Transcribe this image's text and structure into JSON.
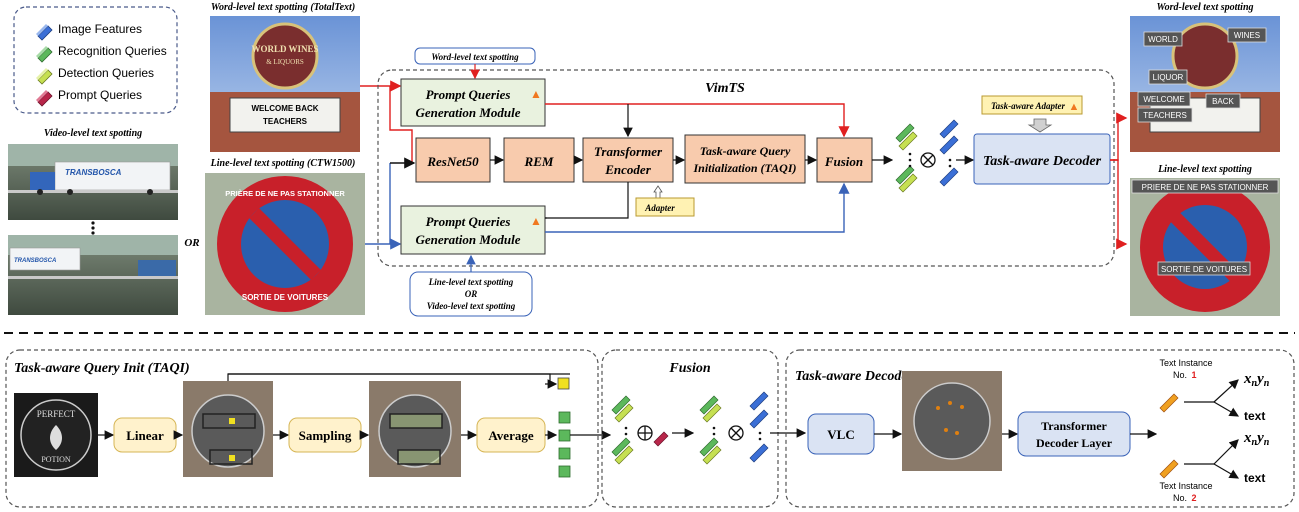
{
  "legend": {
    "items": [
      {
        "label": "Image Features",
        "color": "#3b6fd6"
      },
      {
        "label": "Recognition Queries",
        "color": "#5cb85c"
      },
      {
        "label": "Detection Queries",
        "color": "#c6e052"
      },
      {
        "label": "Prompt Queries",
        "color": "#b8264a"
      }
    ]
  },
  "captions": {
    "video_level": "Video-level text spotting",
    "word_level_total": "Word-level text spotting (TotalText)",
    "line_level_ctw": "Line-level text spotting (CTW1500)",
    "or_label": "OR",
    "word_level_out": "Word-level text spotting",
    "line_level_out": "Line-level text spotting"
  },
  "images": {
    "word_sign_lines": [
      "WELCOME  BACK",
      "TEACHERS"
    ],
    "logo_top": "WORLD WINES",
    "logo_bottom": "& LIQUORS",
    "truck_brand": "TRANSBOSCA",
    "sign_top_text": "PRIÈRE DE NE PAS STATIONNER",
    "sign_bottom_text": "SORTIE DE VOITURES",
    "word_tags": [
      "WORLD",
      "WINES",
      "LIQUOR",
      "WELCOME",
      "BACK",
      "TEACHERS"
    ],
    "line_tags": [
      "PRIERE DE NE PAS STATIONNER",
      "SORTIE DE VOITURES"
    ],
    "perfect_top": "PERFECT",
    "perfect_bottom": "POTION"
  },
  "vimts": {
    "title": "VimTS",
    "prompt_word_label": "Word-level text spotting",
    "prompt_module_line1": "Prompt Queries",
    "prompt_module_line2": "Generation Module",
    "resnet": "ResNet50",
    "rem": "REM",
    "transformer_line1": "Transformer",
    "transformer_line2": "Encoder",
    "taqi_line1": "Task-aware Query",
    "taqi_line2": "Initialization (TAQI)",
    "fusion": "Fusion",
    "adapter": "Adapter",
    "task_adapter": "Task-aware Adapter",
    "decoder": "Task-aware Decoder",
    "prompt_line_label1": "Line-level text spotting",
    "prompt_line_label2": "OR",
    "prompt_line_label3": "Video-level text spotting"
  },
  "bottom": {
    "taqi_title": "Task-aware Query Init (TAQI)",
    "linear": "Linear",
    "sampling": "Sampling",
    "average": "Average",
    "fusion_title": "Fusion",
    "decoder_title": "Task-aware Decoder",
    "vlc": "VLC",
    "tdl_line1": "Transformer",
    "tdl_line2": "Decoder Layer",
    "instance1_line1": "Text Instance",
    "instance1_no": "No.",
    "instance1_num": "1",
    "instance2_line1": "Text Instance",
    "instance2_no": "No.",
    "instance2_num": "2",
    "output_coord": "x",
    "output_text": "text"
  },
  "colors": {
    "red_arrow": "#e02020",
    "blue_arrow": "#3a63b8",
    "module_green": "#e9f2df",
    "module_salmon": "#f8cbad",
    "decoder_blue": "#dae3f3",
    "step_yellow": "#fff2cc",
    "adapter_fill": "#fff2b3"
  }
}
